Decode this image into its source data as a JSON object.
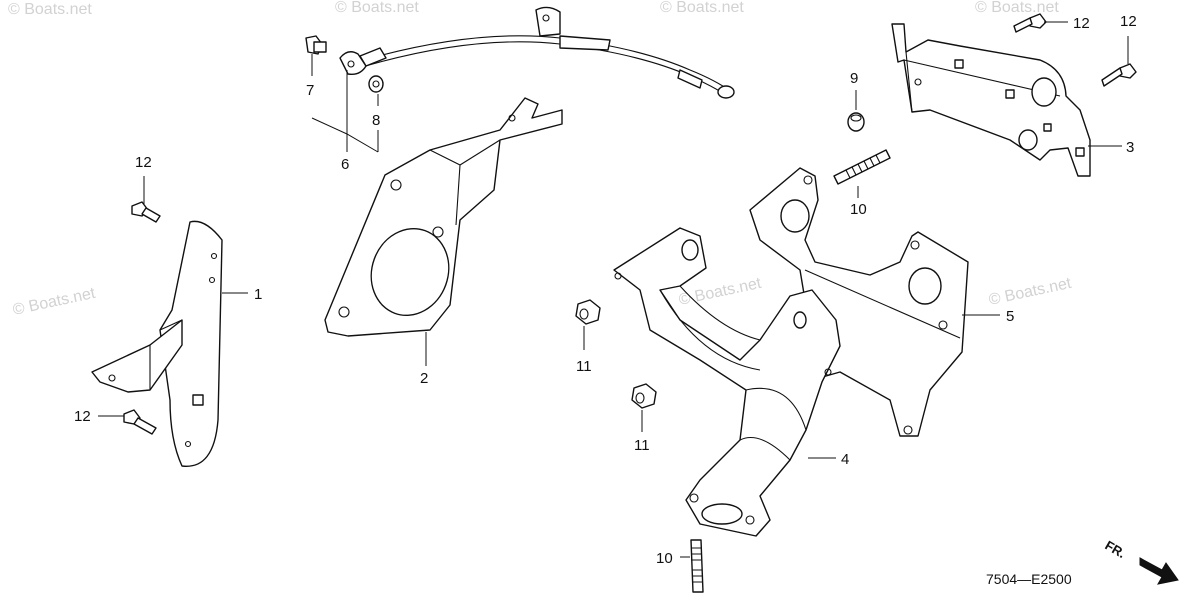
{
  "diagram": {
    "callouts": {
      "p1": "1",
      "p2": "2",
      "p3": "3",
      "p4": "4",
      "p5": "5",
      "p6": "6",
      "p7": "7",
      "p8": "8",
      "p9": "9",
      "p10a": "10",
      "p10b": "10",
      "p11a": "11",
      "p11b": "11",
      "p12a": "12",
      "p12b": "12",
      "p12c": "12",
      "p12d": "12"
    },
    "diagram_code": "7504—E2500",
    "front_indicator": "FR.",
    "watermark": "© Boats.net"
  },
  "colors": {
    "line": "#111111",
    "watermark": "#d2d2d2",
    "background": "#ffffff"
  },
  "icons": {
    "front_arrow": "front-direction-arrow-icon"
  }
}
